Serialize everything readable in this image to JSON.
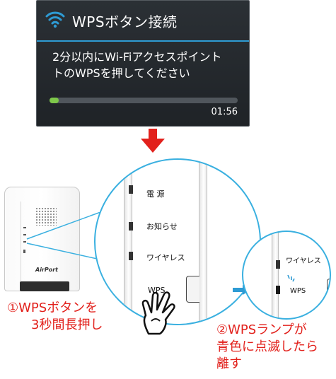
{
  "dialog": {
    "title": "WPSボタン接続",
    "message_line1": "2分以内にWi-Fiアクセスポイント",
    "message_line2": "トのWPSを押してください",
    "progress": 0.05,
    "timer": "01:56",
    "icon": "wifi-icon",
    "accent_color": "#2e9bd4",
    "progress_color": "#7ec84a"
  },
  "router": {
    "logo": "AirPort"
  },
  "zoom_large": {
    "labels": [
      "電 源",
      "お知らせ",
      "ワイヤレス",
      "WPS"
    ]
  },
  "zoom_small": {
    "labels": [
      "ワイヤレス",
      "WPS"
    ]
  },
  "steps": {
    "step1_line1": "①WPSボタンを",
    "step1_line2": "3秒間長押し",
    "step2_line1": "②WPSランプが",
    "step2_line2": "青色に点滅したら",
    "step2_line3": "離す"
  },
  "colors": {
    "instruction_red": "#e2211c",
    "circle_blue": "#3ab0e0"
  }
}
